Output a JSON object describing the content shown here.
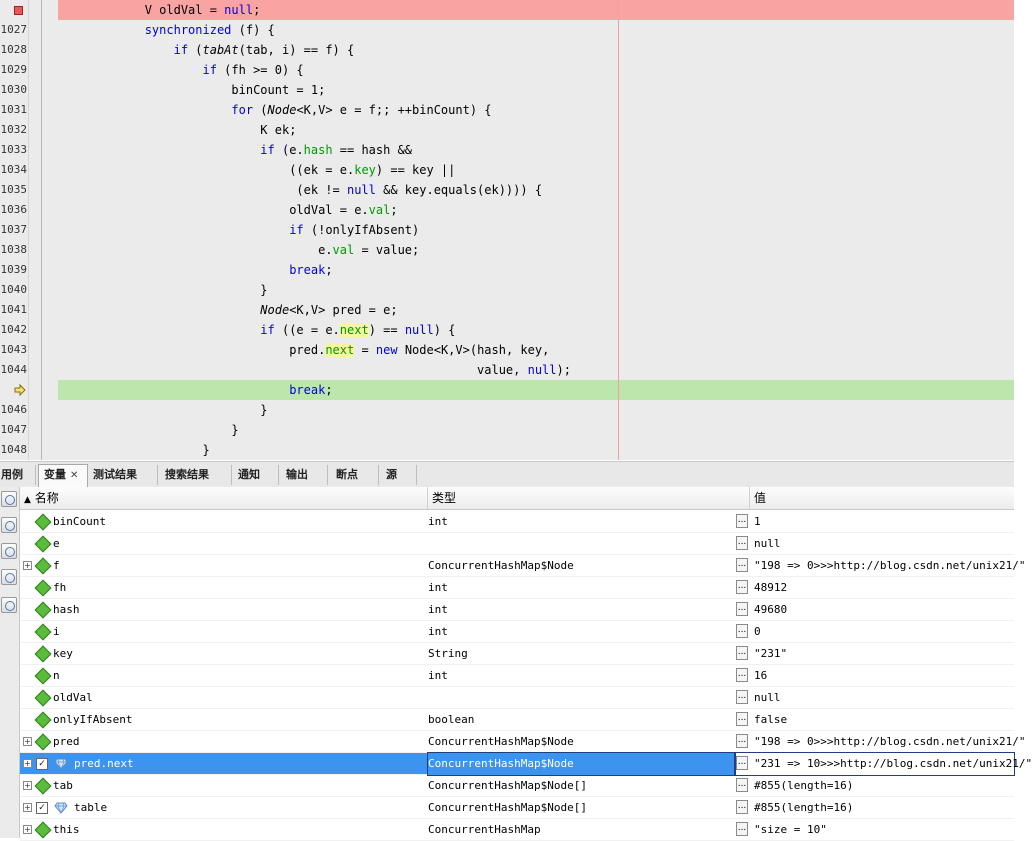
{
  "editor": {
    "lines": [
      {
        "num": "",
        "marker": "breakpoint"
      },
      {
        "num": "1027"
      },
      {
        "num": "1028"
      },
      {
        "num": "1029"
      },
      {
        "num": "1030"
      },
      {
        "num": "1031"
      },
      {
        "num": "1032"
      },
      {
        "num": "1033"
      },
      {
        "num": "1034"
      },
      {
        "num": "1035"
      },
      {
        "num": "1036"
      },
      {
        "num": "1037"
      },
      {
        "num": "1038"
      },
      {
        "num": "1039"
      },
      {
        "num": "1040"
      },
      {
        "num": "1041"
      },
      {
        "num": "1042"
      },
      {
        "num": "1043"
      },
      {
        "num": "1044"
      },
      {
        "num": "",
        "marker": "program-counter"
      },
      {
        "num": "1046"
      },
      {
        "num": "1047"
      },
      {
        "num": "1048"
      }
    ],
    "code": {
      "l0_a": "            V oldVal = ",
      "l0_b": "null",
      "l0_c": ";",
      "l1_a": "            ",
      "l1_kw": "synchronized",
      "l1_b": " (f) {",
      "l2_a": "                ",
      "l2_kw": "if",
      "l2_b": " (",
      "l2_it": "tabAt",
      "l2_c": "(tab, i) == f) {",
      "l3_a": "                    ",
      "l3_kw": "if",
      "l3_b": " (fh >= 0) {",
      "l4": "                        binCount = 1;",
      "l5_a": "                        ",
      "l5_kw": "for",
      "l5_b": " (",
      "l5_it": "Node",
      "l5_c": "<K,V> e = f;; ++binCount) {",
      "l6": "                            K ek;",
      "l7_a": "                            ",
      "l7_kw": "if",
      "l7_b": " (e.",
      "l7_f": "hash",
      "l7_c": " == hash &&",
      "l8_a": "                                ((ek = e.",
      "l8_f": "key",
      "l8_b": ") == key ||",
      "l9_a": "                                 (ek != ",
      "l9_kw": "null",
      "l9_b": " && key.equals(ek)))) {",
      "l10_a": "                                oldVal = e.",
      "l10_f": "val",
      "l10_b": ";",
      "l11_a": "                                ",
      "l11_kw": "if",
      "l11_b": " (!onlyIfAbsent)",
      "l12_a": "                                    e.",
      "l12_f": "val",
      "l12_b": " = value;",
      "l13_a": "                                ",
      "l13_kw": "break",
      "l13_b": ";",
      "l14": "                            }",
      "l15_a": "                            ",
      "l15_it": "Node",
      "l15_b": "<K,V> pred = e;",
      "l16_a": "                            ",
      "l16_kw": "if",
      "l16_b": " ((e = e.",
      "l16_f": "next",
      "l16_c": ") == ",
      "l16_kw2": "null",
      "l16_d": ") {",
      "l17_a": "                                pred.",
      "l17_f": "next",
      "l17_b": " = ",
      "l17_kw": "new",
      "l17_c": " Node<K,V>(hash, key,",
      "l18_a": "                                                          value, ",
      "l18_kw": "null",
      "l18_b": ");",
      "l19_a": "                                ",
      "l19_kw": "break",
      "l19_b": ";",
      "l20": "                            }",
      "l21": "                        }",
      "l22": "                    }"
    }
  },
  "tabs": {
    "t0": "用例",
    "t1": "变量",
    "t1_close": "✕",
    "t2": "测试结果",
    "t3": "搜索结果",
    "t4": "通知",
    "t5": "输出",
    "t6": "断点",
    "t7": "源"
  },
  "table": {
    "columns": {
      "name": "名称",
      "type": "类型",
      "value": "值"
    },
    "rows": [
      {
        "name": "binCount",
        "type": "int",
        "value": "1"
      },
      {
        "name": "e",
        "type": "",
        "value": "null"
      },
      {
        "name": "f",
        "type": "ConcurrentHashMap$Node",
        "value": "\"198 => 0>>>http://blog.csdn.net/unix21/\""
      },
      {
        "name": "fh",
        "type": "int",
        "value": "48912"
      },
      {
        "name": "hash",
        "type": "int",
        "value": "49680"
      },
      {
        "name": "i",
        "type": "int",
        "value": "0"
      },
      {
        "name": "key",
        "type": "String",
        "value": "\"231\""
      },
      {
        "name": "n",
        "type": "int",
        "value": "16"
      },
      {
        "name": "oldVal",
        "type": "",
        "value": "null"
      },
      {
        "name": "onlyIfAbsent",
        "type": "boolean",
        "value": "false"
      },
      {
        "name": "pred",
        "type": "ConcurrentHashMap$Node",
        "value": "\"198 => 0>>>http://blog.csdn.net/unix21/\""
      },
      {
        "name": "pred.next",
        "type": "ConcurrentHashMap$Node",
        "value": "\"231 => 10>>>http://blog.csdn.net/unix21/\""
      },
      {
        "name": "tab",
        "type": "ConcurrentHashMap$Node[]",
        "value": "#855(length=16)"
      },
      {
        "name": "table",
        "type": "ConcurrentHashMap$Node[]",
        "value": "#855(length=16)"
      },
      {
        "name": "this",
        "type": "ConcurrentHashMap",
        "value": "\"size = 10\""
      }
    ],
    "expander": "+",
    "check": "✓",
    "dots": "...",
    "sort_arrow": "▲"
  },
  "colors": {
    "breakpoint_line": "#f9a3a3",
    "current_line": "#bde6ad",
    "selection": "#3c94ee",
    "keyword": "#0000e6",
    "field": "#009900"
  }
}
